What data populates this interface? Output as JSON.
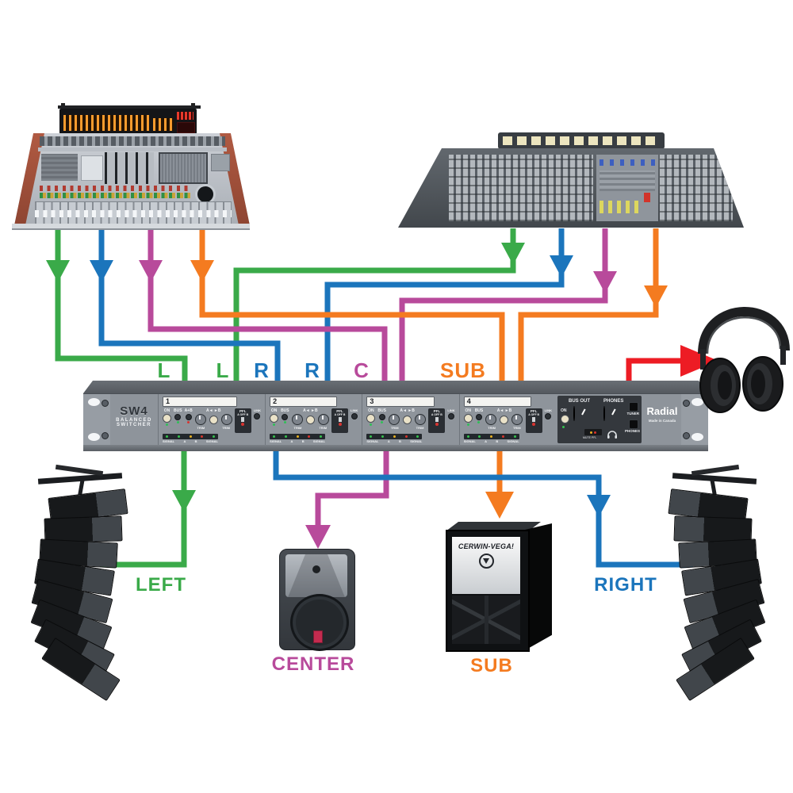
{
  "diagram": {
    "input_labels": [
      {
        "text": "L",
        "color": "#3aaa49"
      },
      {
        "text": "L",
        "color": "#3aaa49"
      },
      {
        "text": "R",
        "color": "#1b75bc"
      },
      {
        "text": "R",
        "color": "#1b75bc"
      },
      {
        "text": "C",
        "color": "#b84a9b"
      },
      {
        "text": "SUB",
        "color": "#f47b20"
      }
    ],
    "output_labels": {
      "left": {
        "text": "LEFT",
        "color": "#3aaa49"
      },
      "center": {
        "text": "CENTER",
        "color": "#b84a9b"
      },
      "sub": {
        "text": "SUB",
        "color": "#f47b20"
      },
      "right": {
        "text": "RIGHT",
        "color": "#1b75bc"
      }
    },
    "cable_colors": {
      "green": "#3aaa49",
      "blue": "#1b75bc",
      "magenta": "#b84a9b",
      "orange": "#f47b20",
      "red": "#ed1c24"
    }
  },
  "switcher": {
    "model": "SW4",
    "model_line1": "BALANCED",
    "model_line2": "SWITCHER",
    "brand": "Radial",
    "made_in": "Made in Canada",
    "channels": [
      {
        "number": "1"
      },
      {
        "number": "2"
      },
      {
        "number": "3"
      },
      {
        "number": "4"
      }
    ],
    "labels": {
      "on": "ON",
      "bus": "BUS",
      "a_plus_b": "A+B",
      "ab": "A/B",
      "ab_scale": "A◄ ►B",
      "trim": "TRIM",
      "pfl": "PFL",
      "pfl_positions": "A OFF B",
      "link": "LINK",
      "signal": "SIGNAL",
      "a": "A",
      "b": "B"
    },
    "master": {
      "bus_out": "BUS OUT",
      "phones": "PHONES",
      "on": "ON",
      "tuner": "TUNER",
      "phones_jack": "PHONES",
      "mute": "MUTE",
      "pfl": "PFL"
    }
  },
  "speakers": {
    "sub_brand": "CERWIN-VEGA!"
  }
}
